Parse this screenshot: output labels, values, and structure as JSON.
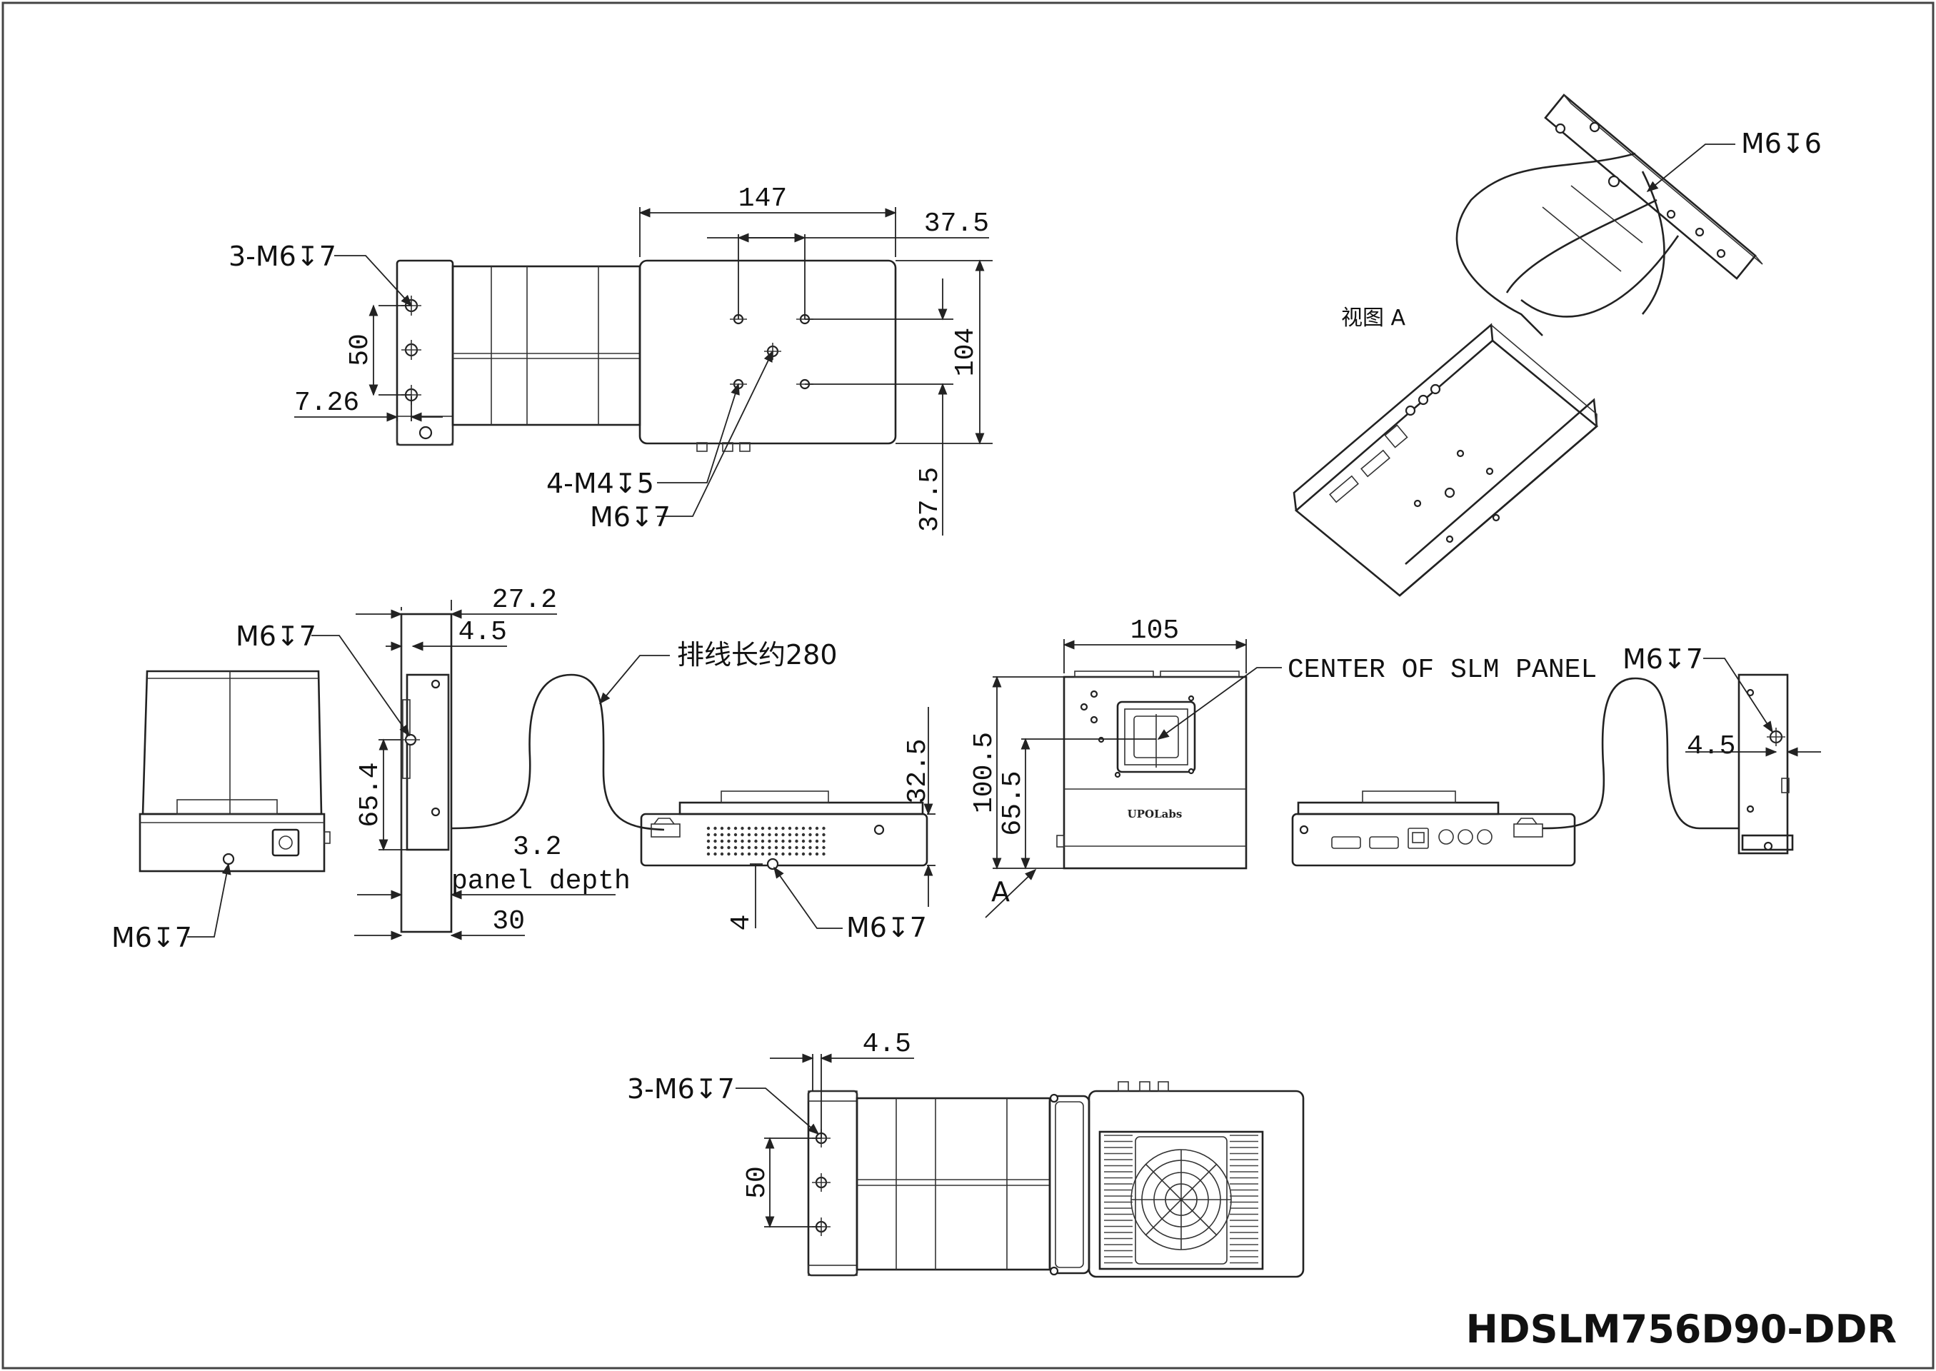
{
  "top_view": {
    "dim_width": "147",
    "dim_offset_top": "37.5",
    "dim_height": "104",
    "dim_offset_bottom": "37.5",
    "dim_hole_pitch": "50",
    "dim_edge": "7.26",
    "label_holes_left": "3-M6↧7",
    "label_holes_small": "4-M4↧5",
    "label_hole_center": "M6↧7"
  },
  "front_view": {
    "label_bottom_hole": "M6↧7"
  },
  "side_view": {
    "dim_27_2": "27.2",
    "dim_4_5": "4.5",
    "dim_65_4": "65.4",
    "dim_3_2": "3.2",
    "panel_depth": "panel depth",
    "dim_30": "30",
    "label_hole": "M6↧7",
    "cable_label": "排线长约280",
    "dim_32_5": "32.5",
    "dim_4": "4",
    "label_driver_hole": "M6↧7"
  },
  "slm_view": {
    "dim_105": "105",
    "dim_100_5": "100.5",
    "dim_65_5": "65.5",
    "center_label": "CENTER OF SLM PANEL",
    "brand": "UPOLabs",
    "view_arrow": "A"
  },
  "right_view": {
    "label_hole": "M6↧7",
    "dim_4_5": "4.5"
  },
  "iso_view": {
    "title": "视图 A",
    "label_hole": "M6↧6"
  },
  "bottom_view": {
    "dim_4_5": "4.5",
    "label_holes": "3-M6↧7",
    "dim_50": "50"
  },
  "title_block": {
    "model": "HDSLM756D90-DDR"
  }
}
